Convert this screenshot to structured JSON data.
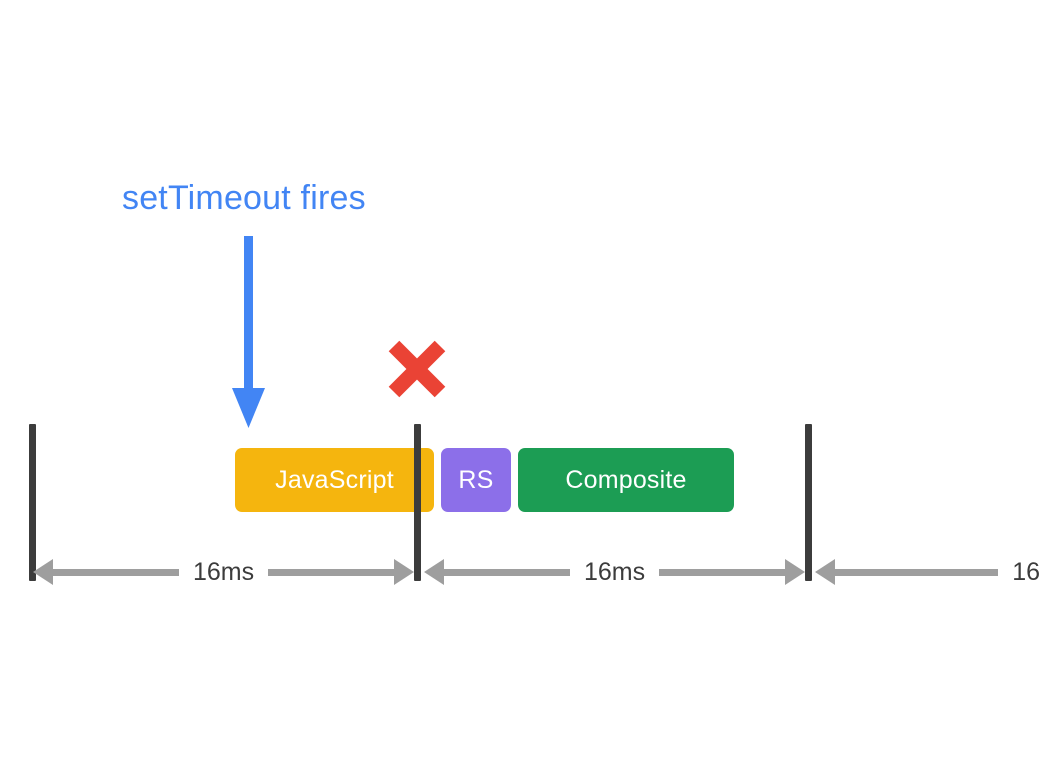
{
  "diagram": {
    "title_annotation": "setTimeout fires",
    "colors": {
      "annotation_blue": "#4285F4",
      "fail_red": "#EA4335",
      "javascript_amber": "#F5B50E",
      "recalc_style_purple": "#8C6FE9",
      "composite_green": "#1C9D54",
      "tick_dark": "#3C3C3C",
      "measure_gray": "#9E9E9E",
      "background": "#FFFFFF"
    },
    "annotation": {
      "label": "setTimeout fires",
      "arrow_icon": "down-arrow-icon"
    },
    "failure_marker": {
      "icon": "red-x-icon",
      "meaning": "frame deadline missed"
    },
    "frame_ticks": [
      {
        "name": "frame-boundary-1"
      },
      {
        "name": "frame-boundary-2"
      },
      {
        "name": "frame-boundary-3"
      }
    ],
    "blocks": [
      {
        "id": "javascript",
        "label": "JavaScript",
        "color": "#F5B50E"
      },
      {
        "id": "recalc-style",
        "label": "RS",
        "color": "#8C6FE9"
      },
      {
        "id": "composite",
        "label": "Composite",
        "color": "#1C9D54"
      }
    ],
    "measurements": [
      {
        "id": "frame-1",
        "label": "16ms",
        "clipped": false
      },
      {
        "id": "frame-2",
        "label": "16ms",
        "clipped": false
      },
      {
        "id": "frame-3",
        "label": "16",
        "clipped": true
      }
    ]
  }
}
